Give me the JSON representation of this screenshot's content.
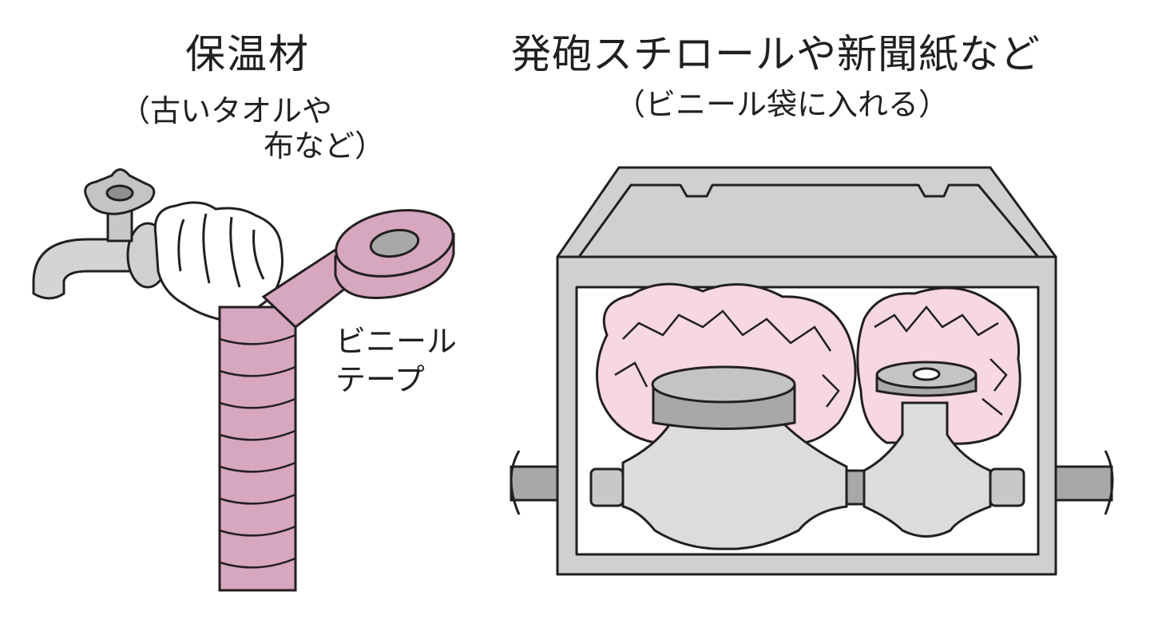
{
  "left": {
    "title": "保温材",
    "subtitle_line1": "（古いタオルや",
    "subtitle_line2": "布など）",
    "tape_label_line1": "ビニール",
    "tape_label_line2": "テープ"
  },
  "right": {
    "title": "発砲スチロールや新聞紙など",
    "subtitle": "（ビニール袋に入れる）"
  },
  "colors": {
    "outline": "#231f20",
    "tape_pink": "#d7a6bf",
    "box_gray": "#d0d0d0",
    "pipe_gray": "#a8a8a8",
    "meter_gray": "#c8c8c8",
    "filler_pink": "#f7d7e3"
  }
}
